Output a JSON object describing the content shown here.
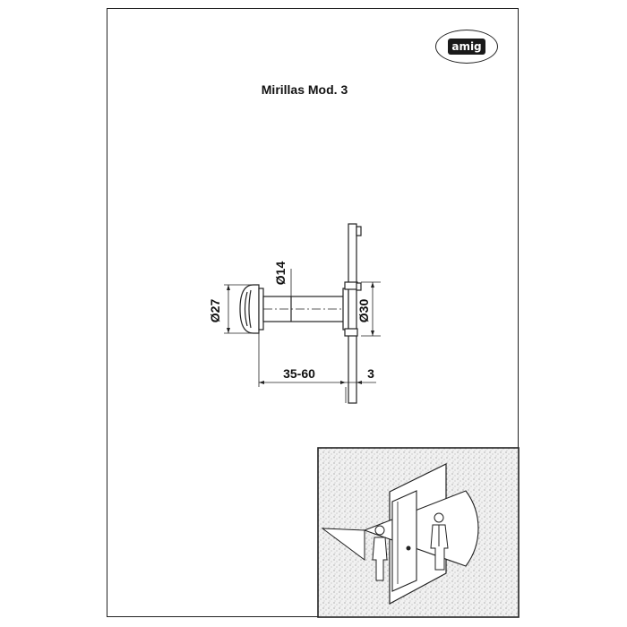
{
  "title": "Mirillas Mod. 3",
  "logo": {
    "text": "amig"
  },
  "dimensions": {
    "head_diameter": "Ø27",
    "barrel_diameter": "Ø14",
    "flange_diameter": "Ø30",
    "door_thickness": "35-60",
    "flange_thickness": "3"
  },
  "colors": {
    "line": "#222222",
    "texture": "#e6e6e6"
  }
}
